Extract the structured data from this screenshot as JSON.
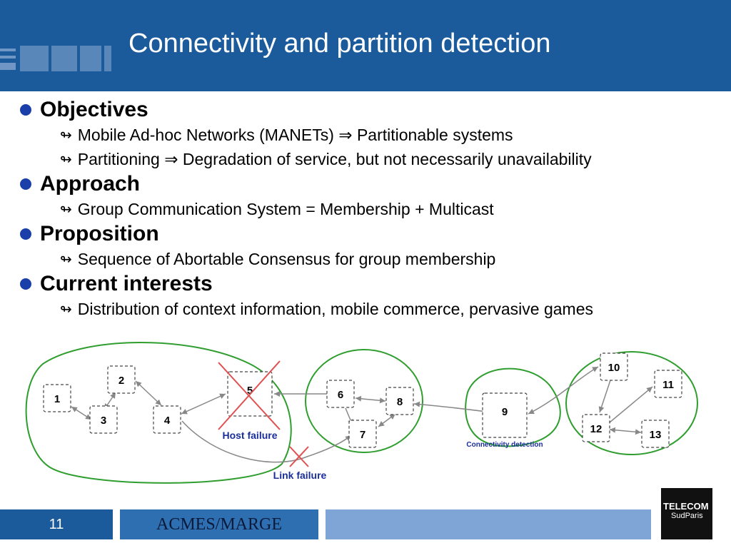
{
  "slide": {
    "title": "Connectivity and partition detection",
    "sections": [
      {
        "heading": "Objectives",
        "items": [
          "Mobile Ad-hoc Networks (MANETs) ⇒ Partitionable systems",
          "Partitioning ⇒ Degradation of service, but not necessarily unavailability"
        ]
      },
      {
        "heading": "Approach",
        "items": [
          "Group Communication System = Membership + Multicast"
        ]
      },
      {
        "heading": "Proposition",
        "items": [
          "Sequence of Abortable Consensus for group membership"
        ]
      },
      {
        "heading": "Current interests",
        "items": [
          "Distribution of context information, mobile commerce, pervasive games"
        ]
      }
    ],
    "sub_bullet_glyph": "↬"
  },
  "diagram": {
    "nodes": [
      "1",
      "2",
      "3",
      "4",
      "5",
      "6",
      "7",
      "8",
      "9",
      "10",
      "11",
      "12",
      "13"
    ],
    "labels": {
      "host_failure": "Host failure",
      "link_failure": "Link failure",
      "connectivity_detection": "Connectivity detection"
    },
    "colors": {
      "group_outline": "#2f9e2f",
      "failure_cross": "#e05050",
      "label_blue": "#1a2f9a",
      "label_red": "#c21a1a",
      "edge": "#888888"
    }
  },
  "footer": {
    "page_number": "11",
    "project": "ACMES/MARGE"
  },
  "brand": {
    "line1": "TELECOM",
    "line2": "SudParis"
  },
  "colors": {
    "header": "#1b5b9c",
    "bullet": "#1a3fa8"
  }
}
